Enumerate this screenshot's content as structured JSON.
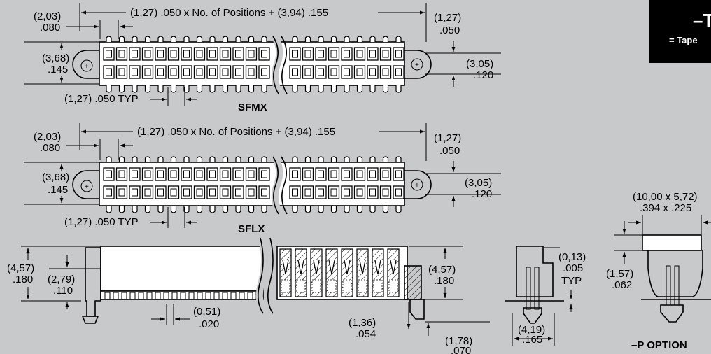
{
  "sfmx": {
    "label": "SFMX",
    "overall_dim": "(1,27) .050 x No. of Positions + (3,94) .155",
    "left_offset_mm": "(2,03)",
    "left_offset_in": ".080",
    "right_pitch_mm": "(1,27)",
    "right_pitch_in": ".050",
    "height_mm": "(3,68)",
    "height_in": ".145",
    "row_spacing_mm": "(3,05)",
    "row_spacing_in": ".120",
    "pitch_typ": "(1,27) .050 TYP"
  },
  "sflx": {
    "label": "SFLX",
    "overall_dim": "(1,27) .050 x No. of Positions + (3,94) .155",
    "left_offset_mm": "(2,03)",
    "left_offset_in": ".080",
    "right_pitch_mm": "(1,27)",
    "right_pitch_in": ".050",
    "height_mm": "(3,68)",
    "height_in": ".145",
    "row_spacing_mm": "(3,05)",
    "row_spacing_in": ".120",
    "pitch_typ": "(1,27) .050 TYP"
  },
  "side_view": {
    "total_height_mm": "(4,57)",
    "total_height_in": ".180",
    "body_height_mm": "(2,79)",
    "body_height_in": ".110",
    "contact_width_mm": "(0,51)",
    "contact_width_in": ".020",
    "right_height_mm": "(4,57)",
    "right_height_in": ".180",
    "post_mm": "(1,36)",
    "post_in": ".054",
    "post2_mm": "(1,78)",
    "post2_in": ".070"
  },
  "end_view": {
    "gap_mm": "(0,13)",
    "gap_in": ".005",
    "gap_typ": "TYP",
    "width_mm": "(4,19)",
    "width_in": ".165"
  },
  "p_option": {
    "label": "–P OPTION",
    "pad_mm": "(10,00 x 5,72)",
    "pad_in": ".394 x .225",
    "height_mm": "(1,57)",
    "height_in": ".062"
  },
  "tape_box": {
    "title": "–T",
    "subtitle": "= Tape"
  }
}
